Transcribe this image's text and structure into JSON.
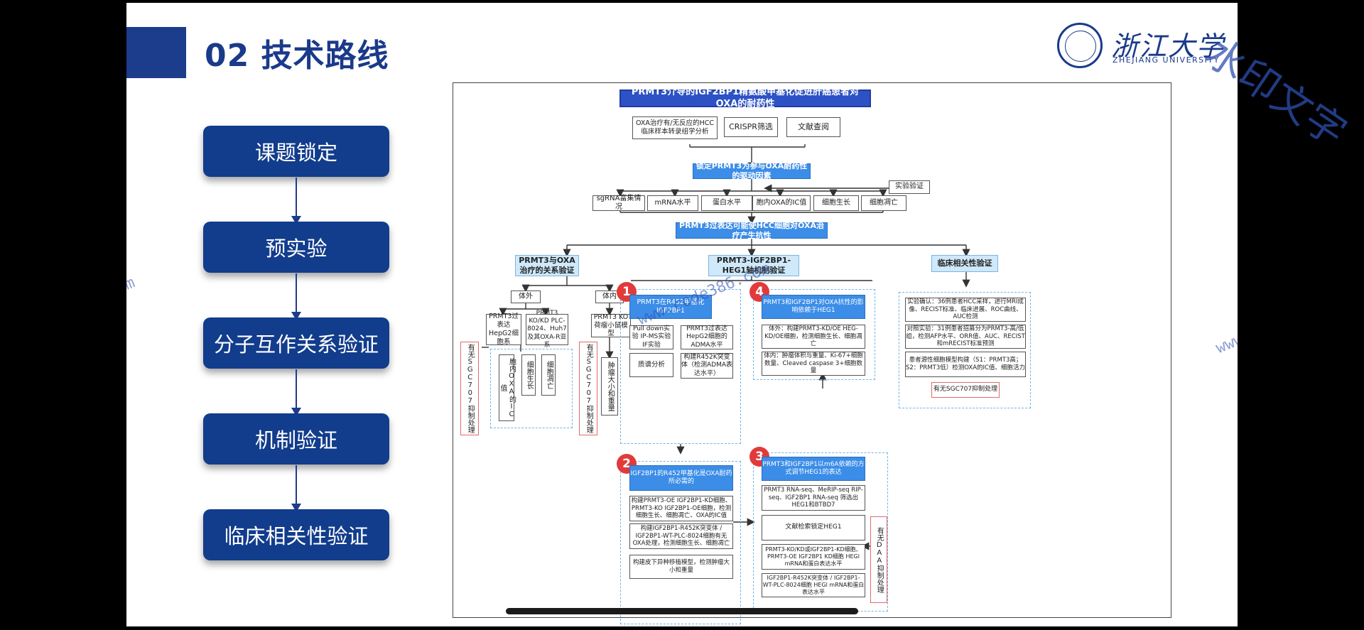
{
  "page": {
    "title": "02 技术路线"
  },
  "logo": {
    "cn": "浙江大学",
    "en": "ZHEJIANG UNIVERSITY"
  },
  "watermarks": {
    "site": "www.code386.com",
    "text": "水印文字"
  },
  "flow": [
    "课题锁定",
    "预实验",
    "分子互作关系验证",
    "机制验证",
    "临床相关性验证"
  ],
  "diagram": {
    "main_title": "PRMT3介导的IGF2BP1精氨酸甲基化促进肝癌患者对OXA的耐药性",
    "sources": [
      "OXA治疗有/无反应的HCC临床样本转录组学分析",
      "CRISPR筛选",
      "文献查阅"
    ],
    "lock": "锁定PRMT3为参与OXA耐药性的驱动因素",
    "exp_verify": "实验验证",
    "metrics": [
      "sgRNA富集情况",
      "mRNA水平",
      "蛋白水平",
      "胞内OXA的IC值",
      "细胞生长",
      "细胞凋亡"
    ],
    "overexp": "PRMT3过表达可能使HCC细胞对OXA治疗产生抗性",
    "branches": [
      "PRMT3与OXA治疗的关系验证",
      "PRMT3-IGF2BP1-HEG1轴机制验证",
      "临床相关性验证"
    ],
    "left": {
      "invitro": "体外",
      "invivo": "体内",
      "c1": "PRMT3过表达HepG2细胞系",
      "c2": "PRMT3 KO/KD PLC-8024、Huh7及其OXA-R亚系",
      "c3": "PRMT3 KO荷瘤小鼠模型",
      "sgc": "有无SGC707抑制处理",
      "r1": "胞内OXA的IC值",
      "r2": "细胞生长",
      "r3": "细胞凋亡",
      "r4": "肿瘤大小和重量"
    },
    "mid": {
      "n": [
        "1",
        "2",
        "3",
        "4"
      ],
      "s1_title": "PRMT3在R452甲基化IGF2BP1",
      "s1_a": "Pull down实验 IP-MS实验 IF实验",
      "s1_b": "PRMT3过表达 HepG2细胞的ADMA水平",
      "s1_c": "质谱分析",
      "s1_d": "构建R452K突变体（检测ADMA表达水平）",
      "s2_title": "IGF2BP1的R452甲基化是OXA耐药所必需的",
      "s2_a": "构建PRMT3-OE IGF2BP1-KD细胞、PRMT3-KO IGF2BP1-OE细胞，检测细胞生长、细胞凋亡、OXA的IC值",
      "s2_b": "构建IGF2BP1-R452K突变体 / IGF2BP1-WT-PLC-8024细胞有无OXA处理，检测细胞生长、细胞凋亡",
      "s2_c": "构建皮下异种移植模型，检测肿瘤大小和重量",
      "s4_title": "PRMT3和IGF2BP1对OXA抗性的影响依赖于HEG1",
      "s4_a": "体外：构建PRMT3-KD/OE HEG- KD/OE细胞，检测细胞生长、细胞凋亡",
      "s4_b": "体内：肿瘤体积与重量、Ki-67+细胞数量、Cleaved caspase 3+细胞数量",
      "s3_title": "PRMT3和IGF2BP1以m6A依赖的方式调节HEG1的表达",
      "s3_a": "PRMT3 RNA-seq、MeRIP-seq RIP-seq、IGF2BP1 RNA-seq 筛选出HEG1和BTBD7",
      "s3_b": "文献检索锁定HEG1",
      "s3_c": "PRMT3-KO/KD或IGF2BP1-KD细胞、PRMT3-OE IGF2BP1 KD细胞 HEGl mRNA和蛋白表达水平",
      "s3_d": "IGF2BP1-R452K突变体 / IGF2BP1-WT-PLC-8024细胞 HEGl mRNA和蛋白表达水平",
      "daa": "有无DAA抑制处理"
    },
    "right": {
      "r1": "实验确认：36例患者HCC采样，进行MRI成像、RECIST标准、临床进展、ROC曲线、AUC检测",
      "r2": "对照实验：31例患者招募分为PRMT3-高/低组，检测AFP水平、ORR值、AUC、RECIST和mRECIST标准预测",
      "r3": "患者源性细胞模型构建（S1：PRMT3高；S2：PRMT3低）检测OXA的IC值、细胞活力",
      "r4": "有无SGC707抑制处理"
    }
  }
}
